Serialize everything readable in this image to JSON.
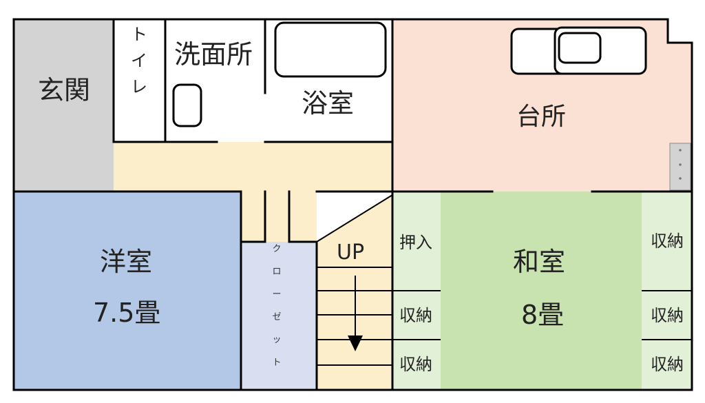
{
  "colors": {
    "genkan": "#d3d3d3",
    "hall": "#fdeecb",
    "kitchen": "#fbe1d3",
    "western_room": "#b3c7e6",
    "closet": "#d9dff1",
    "washi": "#c8e3b0",
    "storage": "#e3f0d8",
    "wall": "#000000"
  },
  "rooms": {
    "genkan": "玄関",
    "toilet_chars": [
      "ト",
      "イ",
      "レ"
    ],
    "washroom": "洗面所",
    "bathroom": "浴室",
    "kitchen": "台所",
    "western_room": "洋室",
    "western_size": "7.5畳",
    "closet_chars": [
      "ク",
      "ロ",
      "ー",
      "ゼ",
      "ッ",
      "ト"
    ],
    "stairs": "UP",
    "oshiire": "押入",
    "washitsu": "和室",
    "washitsu_size": "8畳",
    "storage": "収納"
  }
}
